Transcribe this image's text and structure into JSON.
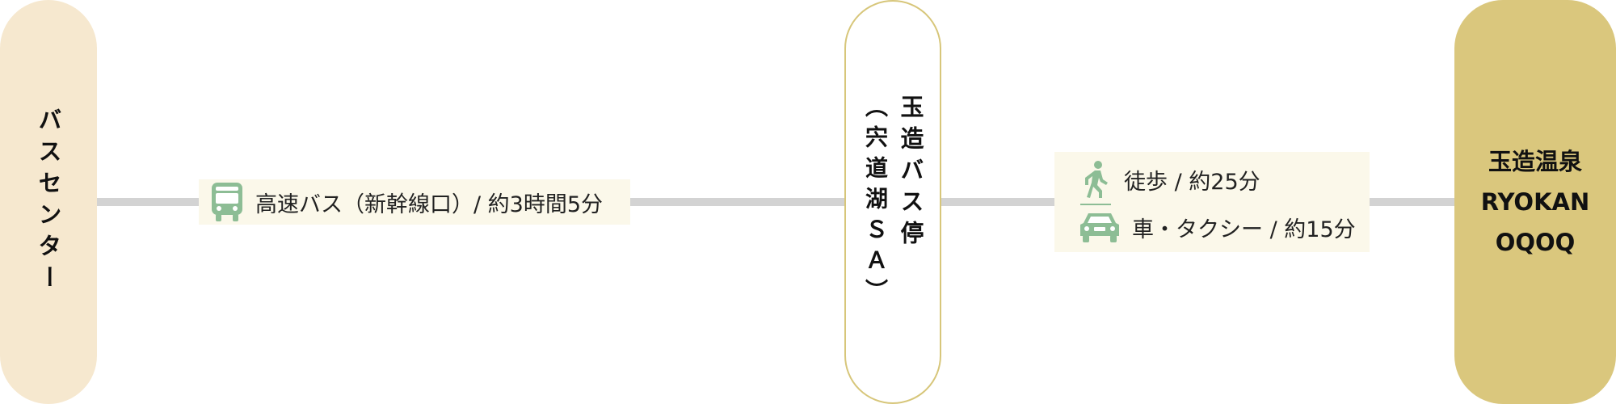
{
  "stops": {
    "bus_center": {
      "label": "バスセンター"
    },
    "tamatsukuri_bus_stop": {
      "label": "玉造バス停",
      "sub_label": "（宍道湖ＳＡ）"
    },
    "ryokan": {
      "lines": [
        "玉造温泉",
        "RYOKAN",
        "OQOQ"
      ]
    }
  },
  "segments": {
    "bus": {
      "text": "高速バス（新幹線口）/ 約3時間5分",
      "icon": "bus-icon"
    },
    "walk": {
      "text": "徒歩 / 約25分",
      "icon": "walking-person-icon"
    },
    "car": {
      "text": "車・タクシー / 約15分",
      "icon": "car-icon"
    }
  },
  "colors": {
    "line": "#d3d3d3",
    "bus_center_fill": "#f6e8cf",
    "bus_stop_border": "#d7c67a",
    "ryokan_fill": "#dac77d",
    "info_fill": "#fbf8ea",
    "icon": "#8dbd95"
  }
}
